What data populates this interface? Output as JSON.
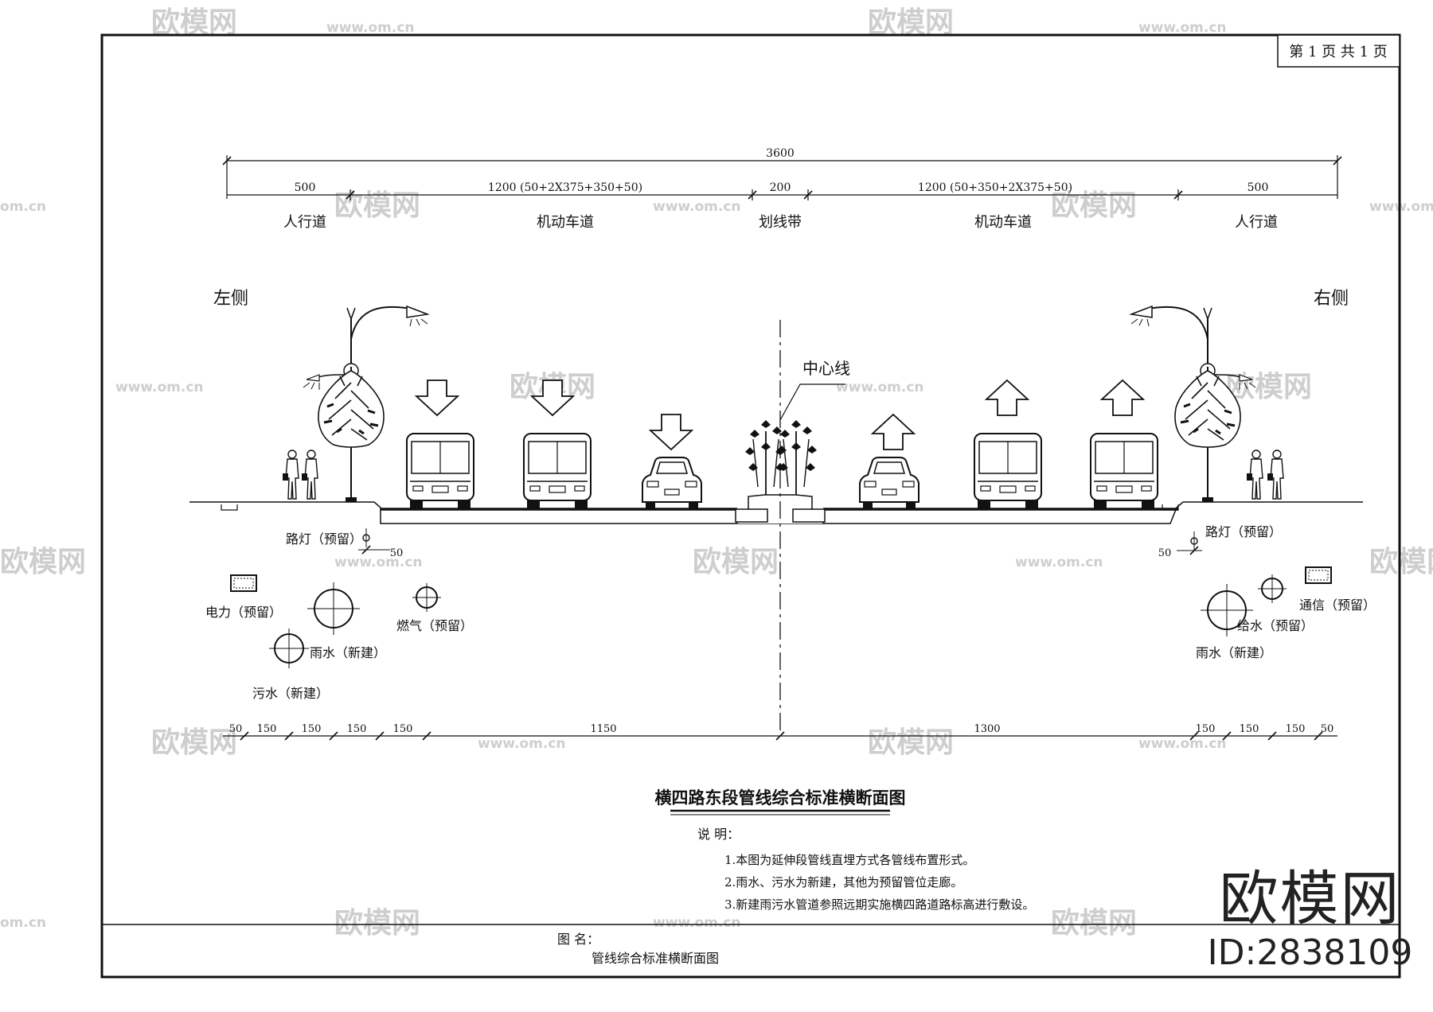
{
  "page_indicator": {
    "text": "第 1 页  共 1 页"
  },
  "overall_dim": "3600",
  "top_dims": [
    "500",
    "1200 (50+2X375+350+50)",
    "200",
    "1200 (50+350+2X375+50)",
    "500"
  ],
  "zones": [
    "人行道",
    "机动车道",
    "划线带",
    "机动车道",
    "人行道"
  ],
  "sides": {
    "left": "左侧",
    "right": "右侧"
  },
  "centerline_label": "中心线",
  "pipes": {
    "left_lamp": "路灯（预留）",
    "left_lamp_offset": "50",
    "power": "电力（预留）",
    "rain_left": "雨水（新建）",
    "gas": "燃气（预留）",
    "sewage": "污水（新建）",
    "right_lamp": "路灯（预留）",
    "right_lamp_offset": "50",
    "telecom": "通信（预留）",
    "water_supply": "给水（预留）",
    "rain_right": "雨水（新建）"
  },
  "bottom_dims": {
    "left": [
      "50",
      "150",
      "150",
      "150",
      "150"
    ],
    "center_left": "1150",
    "center_right": "1300",
    "right": [
      "150",
      "150",
      "150",
      "50"
    ]
  },
  "main_title": "横四路东段管线综合标准横断面图",
  "notes": {
    "heading": "说    明：",
    "items": [
      "1.本图为延伸段管线直埋方式各管线布置形式。",
      "2.雨水、污水为新建，其他为预留管位走廊。",
      "3.新建雨污水管道参照远期实施横四路道路标高进行敷设。"
    ]
  },
  "title_block": {
    "label": "图    名：",
    "value": "管线综合标准横断面图"
  },
  "watermarks": {
    "brand": "欧模网",
    "url": "www.om.cn",
    "url_short": "om.cn"
  },
  "brand_block": {
    "name": "欧模网",
    "id": "ID:2838109"
  }
}
